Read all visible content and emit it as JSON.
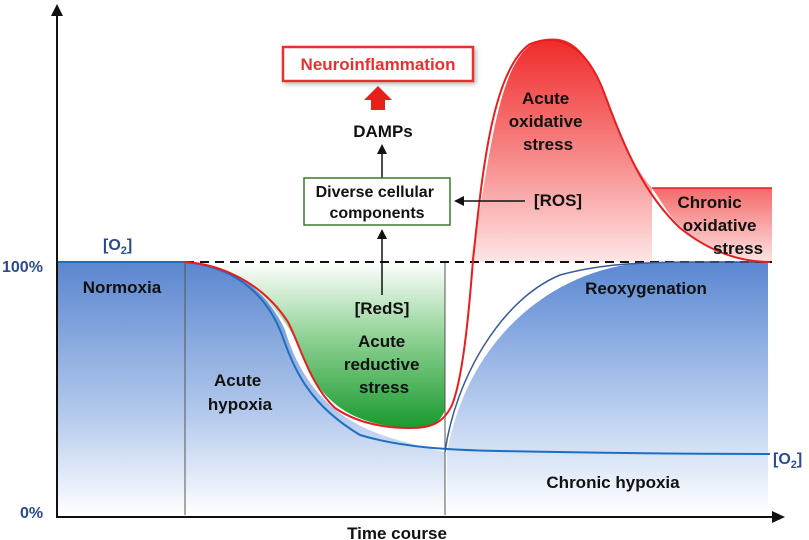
{
  "axes": {
    "y_top_label": "100%",
    "y_bottom_label": "0%",
    "x_label": "Time course",
    "o2_prefix": "[O",
    "o2_sub": "2",
    "o2_suffix": "]"
  },
  "regions": {
    "normoxia": "Normoxia",
    "acute_hypoxia": [
      "Acute",
      "hypoxia"
    ],
    "acute_reductive_stress": [
      "Acute",
      "reductive",
      "stress"
    ],
    "acute_oxidative_stress": [
      "Acute",
      "oxidative",
      "stress"
    ],
    "chronic_oxidative_stress": [
      "Chronic",
      "oxidative",
      "stress"
    ],
    "reoxygenation": "Reoxygenation",
    "chronic_hypoxia": "Chronic hypoxia"
  },
  "pathway": {
    "neuroinflammation": "Neuroinflammation",
    "damps": "DAMPs",
    "diverse_components": [
      "Diverse cellular",
      "components"
    ],
    "ros": "[ROS]",
    "reds": "[RedS]"
  },
  "colors": {
    "normoxia_blue": "#5b86cf",
    "reductive_green": "#1a9a2e",
    "oxidative_red": "#ef2a2a",
    "o2_line": "#1f6fc0",
    "redox_line": "#e61e1e",
    "box_border_green": "#3a7a2a",
    "inflammation_red": "#e6322f",
    "arrow_red": "#e8201c",
    "axis_label_blue": "#2b4a92"
  }
}
